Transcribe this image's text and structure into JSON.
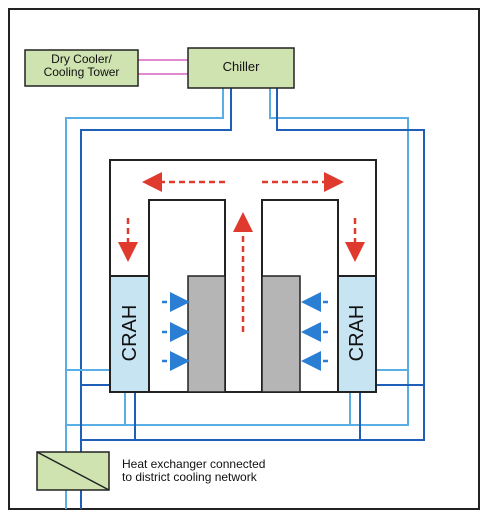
{
  "labels": {
    "dry_cooler": [
      "Dry Cooler/",
      "Cooling Tower"
    ],
    "chiller": "Chiller",
    "crah_left": "CRAH",
    "crah_right": "CRAH",
    "heat_exchanger": [
      "Heat exchanger connected",
      "to district cooling network"
    ]
  },
  "colors": {
    "box_fill_green": "#cfe3b0",
    "crah_fill": "#c7e4f2",
    "rack_fill": "#b5b5b5",
    "pipe_light_blue": "#5aaee6",
    "pipe_dark_blue": "#1f5fb8",
    "pipe_pink": "#e08bd0",
    "hot_air_red": "#e03a2f",
    "cold_air_blue": "#2a7fd4",
    "outline": "#222222"
  }
}
